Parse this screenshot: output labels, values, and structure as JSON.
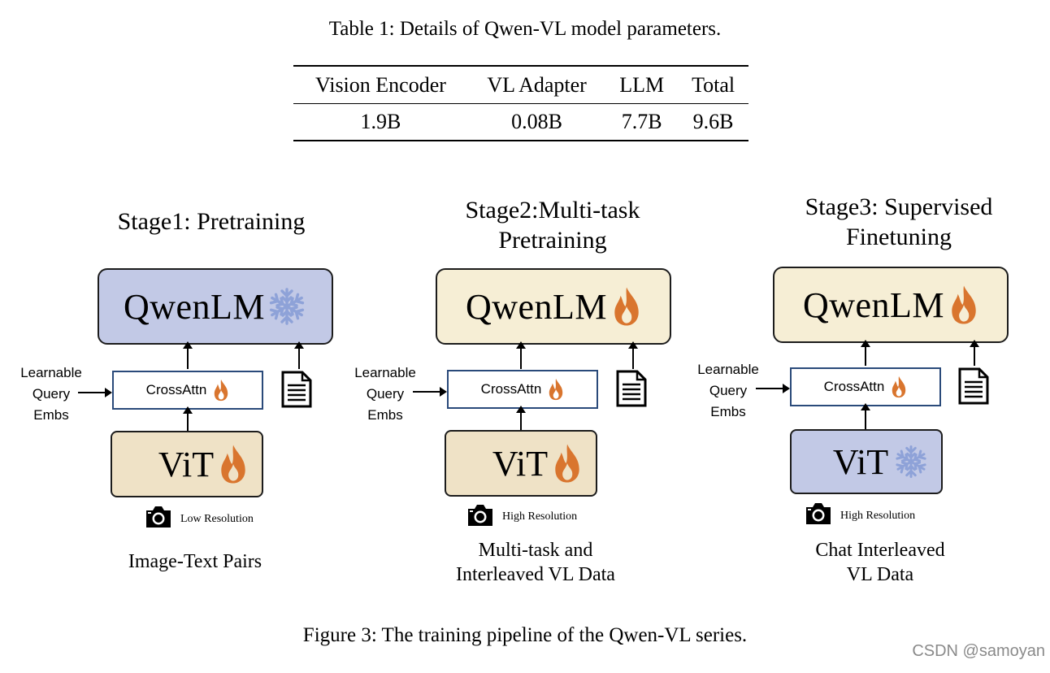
{
  "table": {
    "caption": "Table 1: Details of Qwen-VL model parameters.",
    "columns": [
      "Vision Encoder",
      "VL Adapter",
      "LLM",
      "Total"
    ],
    "rows": [
      [
        "1.9B",
        "0.08B",
        "7.7B",
        "9.6B"
      ]
    ]
  },
  "stages": [
    {
      "title_line1": "Stage1: Pretraining",
      "title_line2": "",
      "lm_label": "QwenLM",
      "lm_state": "frozen",
      "adapter_label": "CrossAttn",
      "query_label": [
        "Learnable",
        "Query",
        "Embs"
      ],
      "vit_label": "ViT",
      "vit_state": "trained",
      "resolution": "Low Resolution",
      "data_line1": "Image-Text Pairs",
      "data_line2": ""
    },
    {
      "title_line1": "Stage2:Multi-task",
      "title_line2": "Pretraining",
      "lm_label": "QwenLM",
      "lm_state": "trained",
      "adapter_label": "CrossAttn",
      "query_label": [
        "Learnable",
        "Query",
        "Embs"
      ],
      "vit_label": "ViT",
      "vit_state": "trained",
      "resolution": "High Resolution",
      "data_line1": "Multi-task and",
      "data_line2": "Interleaved VL Data"
    },
    {
      "title_line1": "Stage3: Supervised",
      "title_line2": "Finetuning",
      "lm_label": "QwenLM",
      "lm_state": "trained",
      "adapter_label": "CrossAttn",
      "query_label": [
        "Learnable",
        "Query",
        "Embs"
      ],
      "vit_label": "ViT",
      "vit_state": "frozen",
      "resolution": "High Resolution",
      "data_line1": "Chat Interleaved",
      "data_line2": "VL Data"
    }
  ],
  "icons": {
    "trained": "fire-icon",
    "frozen": "snowflake-icon",
    "text": "document-icon",
    "image": "camera-icon"
  },
  "colors": {
    "frozen_fill": "#c2c9e6",
    "trained_lm_fill": "#f6eed5",
    "trained_vit_fill": "#efe2c6",
    "fire": "#d9752e",
    "snowflake": "#8ea2d8"
  },
  "figure_caption": "Figure 3: The training pipeline of the Qwen-VL series.",
  "watermark": "CSDN @samoyan"
}
